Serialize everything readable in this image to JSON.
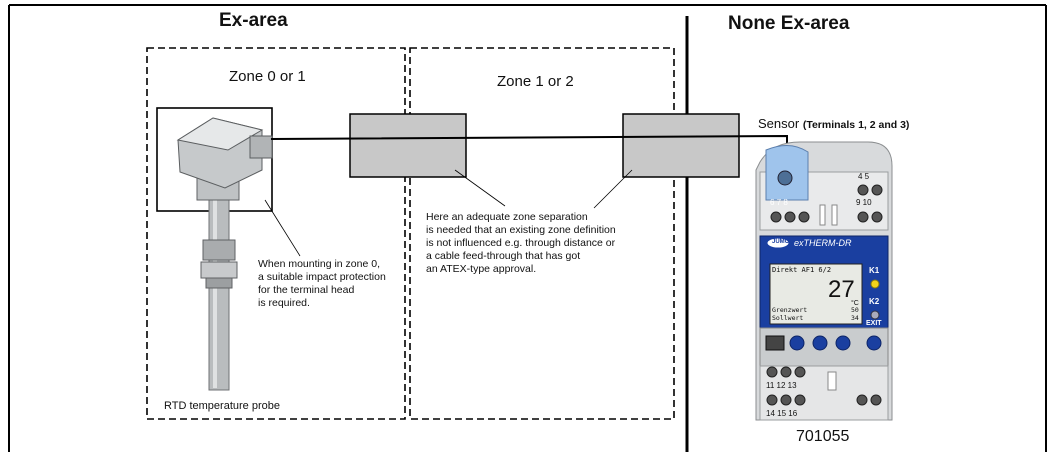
{
  "regions": {
    "ex_area": "Ex-area",
    "non_ex_area": "None Ex-area"
  },
  "zones": {
    "left": "Zone 0 or 1",
    "right": "Zone 1 or 2"
  },
  "sensor": {
    "prefix": "Sensor",
    "terminals": "(Terminals 1, 2 and 3)"
  },
  "notes": {
    "zone0": "When mounting in zone 0,\na suitable impact protection\nfor the terminal head\nis required.",
    "separation": "Here an adequate zone separation\nis needed that an existing zone definition\nis not influenced e.g. through distance or\na cable feed-through that has got\nan ATEX-type approval."
  },
  "probe_label": "RTD temperature probe",
  "device": {
    "model": "701055",
    "brand": "JUMO",
    "name": "exTHERM-DR",
    "display": {
      "header_left": "Direkt",
      "header_mid": "AF1",
      "header_right": "6/2",
      "value": "27",
      "unit": "°C",
      "row1_label": "Grenzwert",
      "row1_value": "50",
      "row2_label": "Sollwert",
      "row2_value": "34"
    },
    "k1": "K1",
    "k2": "K2",
    "exit": "EXIT",
    "terminals_top_right": "4 5",
    "terminals_top_right2": "9 10",
    "terminals_top_left": "6 7 8",
    "terminals_bottom_a": "11 12 13",
    "terminals_bottom_b": "14 15 16"
  },
  "colors": {
    "line": "#000000",
    "box_fill": "#c8c8c8",
    "device_blue": "#1a3fa0",
    "led_yellow": "#f2d21b",
    "terminal_blue": "#9fc4ec"
  }
}
